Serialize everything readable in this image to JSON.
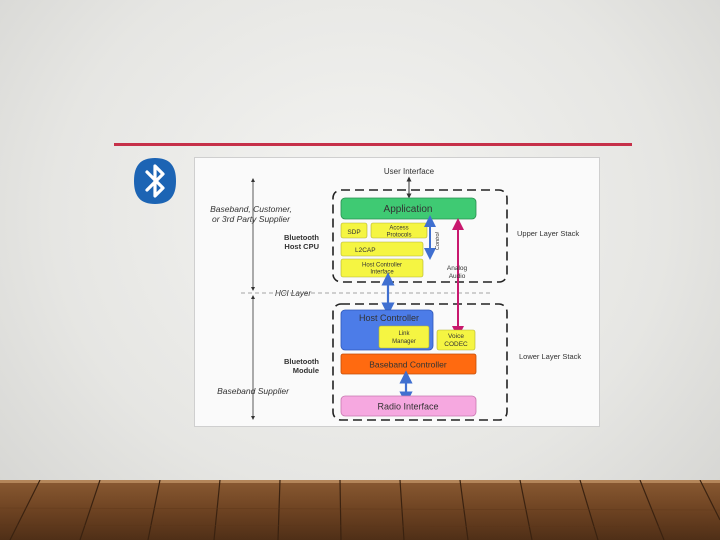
{
  "colors": {
    "accent_rule": "#c63049",
    "bluetooth_blue": "#1c64b4",
    "application_green": "#3fca73",
    "yellow_block": "#f5f542",
    "host_controller_blue": "#4c7ce8",
    "baseband_orange": "#ff6a10",
    "radio_pink": "#f6a8e0",
    "arrow_blue": "#3f6fd0",
    "arrow_magenta": "#c8186e"
  },
  "icons": {
    "logo": "bluetooth-icon"
  },
  "diagram": {
    "top_label": "User Interface",
    "left_top_label_line1": "Baseband, Customer,",
    "left_top_label_line2": "or 3rd Party Supplier",
    "host_cpu_line1": "Bluetooth",
    "host_cpu_line2": "Host CPU",
    "hci_layer": "HCI Layer",
    "module_line1": "Bluetooth",
    "module_line2": "Module",
    "baseband_supplier": "Baseband Supplier",
    "upper_stack": "Upper Layer Stack",
    "lower_stack": "Lower Layer Stack",
    "application": "Application",
    "sdp": "SDP",
    "access_protocols_line1": "Access",
    "access_protocols_line2": "Protocols",
    "control": "Control",
    "l2cap": "L2CAP",
    "hci_iface_line1": "Host Controller",
    "hci_iface_line2": "Interface",
    "analog_audio_line1": "Analog",
    "analog_audio_line2": "Audio",
    "host_controller": "Host Controller",
    "link_manager_line1": "Link",
    "link_manager_line2": "Manager",
    "voice_codec_line1": "Voice",
    "voice_codec_line2": "CODEC",
    "baseband_controller": "Baseband Controller",
    "radio_interface": "Radio Interface"
  }
}
